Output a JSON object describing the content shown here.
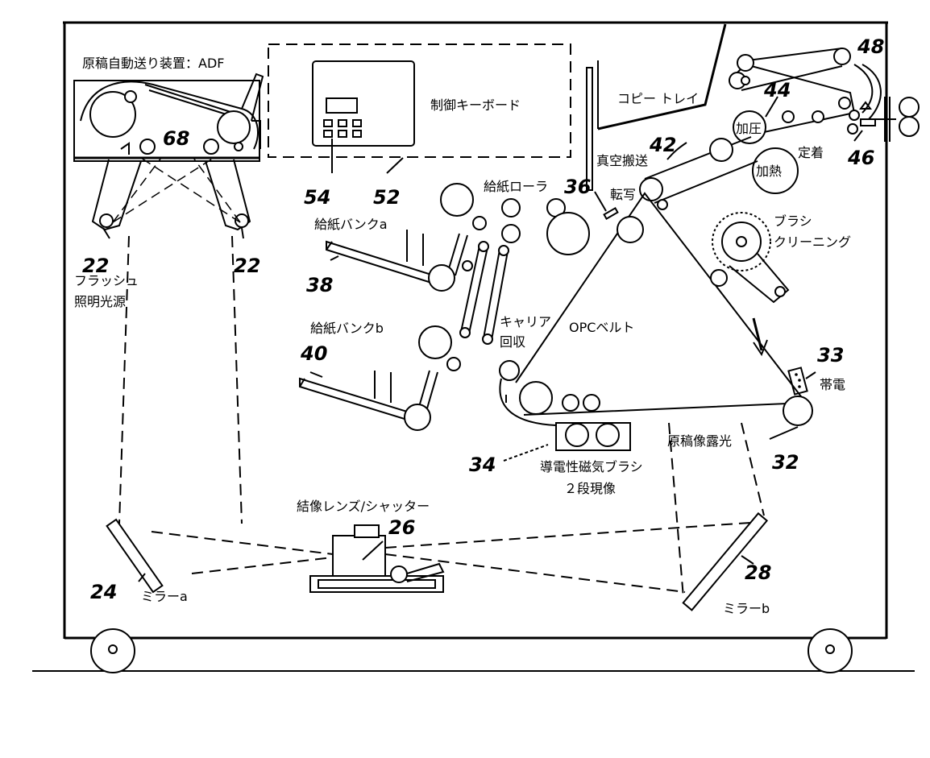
{
  "labels": {
    "adf": "原稿自動送り装置：ADF",
    "keyboard": "制御キーボード",
    "copy_tray": "コピー トレイ",
    "press": "加圧",
    "fixing": "定着",
    "heat": "加熱",
    "vacuum_transport": "真空搬送",
    "feed_roller": "給紙ローラ",
    "transfer": "転写",
    "brush_cleaning_1": "ブラシ",
    "brush_cleaning_2": "クリーニング",
    "bank_a": "給紙バンクa",
    "bank_b": "給紙バンクb",
    "flash_1": "フラッシュ",
    "flash_2": "照明光源",
    "carrier_1": "キャリア",
    "carrier_2": "回収",
    "opc_belt": "OPCベルト",
    "charge": "帯電",
    "exposure": "原稿像露光",
    "developer_1": "導電性磁気ブラシ",
    "developer_2": "２段現像",
    "lens": "結像レンズ/シャッター",
    "mirror_a": "ミラーa",
    "mirror_b": "ミラーb"
  },
  "refs": {
    "r22a": "22",
    "r22b": "22",
    "r24": "24",
    "r26": "26",
    "r28": "28",
    "r32": "32",
    "r33": "33",
    "r34": "34",
    "r36": "36",
    "r38": "38",
    "r40": "40",
    "r42": "42",
    "r44": "44",
    "r46": "46",
    "r48": "48",
    "r52": "52",
    "r54": "54",
    "r68": "68"
  }
}
